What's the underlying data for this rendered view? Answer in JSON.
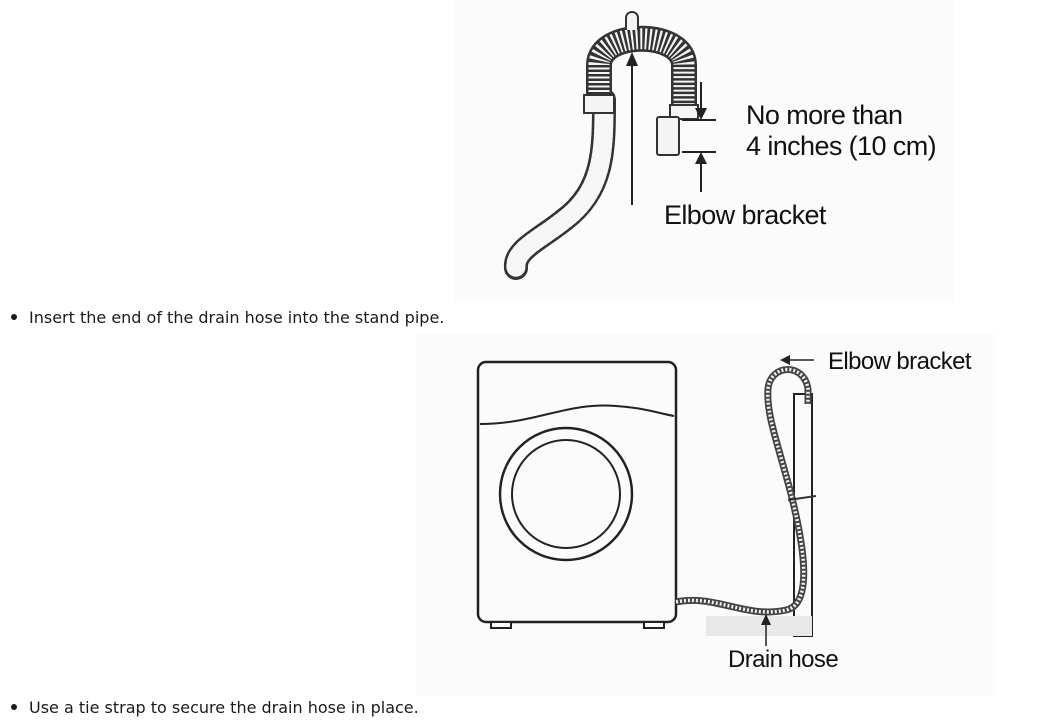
{
  "figure1": {
    "label_limit_line1": "No more than",
    "label_limit_line2": "4 inches (10 cm)",
    "label_elbow": "Elbow bracket"
  },
  "bullets": [
    {
      "text": "Insert the end of the drain hose into the stand pipe."
    },
    {
      "text": "Use a tie strap to secure the drain hose in place."
    }
  ],
  "figure2": {
    "label_elbow": "Elbow bracket",
    "label_hose": "Drain hose"
  }
}
